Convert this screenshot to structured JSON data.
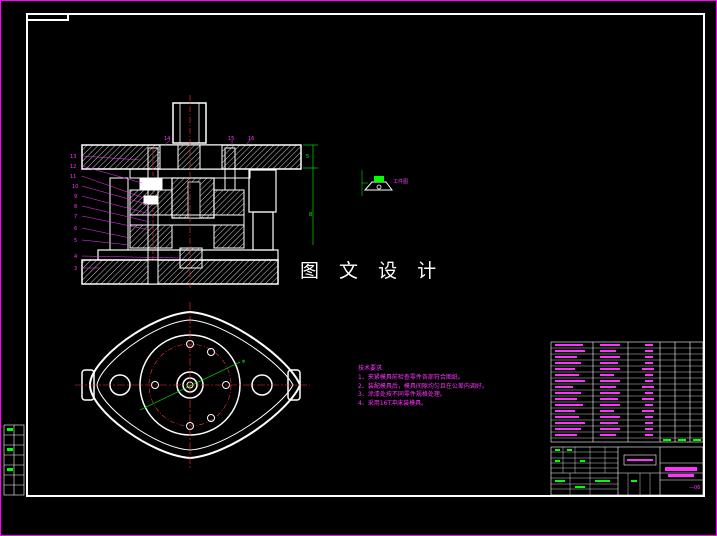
{
  "watermark": "图 文 设 计",
  "workpiece_label": "工件图",
  "drawing_number": "—06",
  "technical_requirements": {
    "title": "技术要求",
    "items": [
      "1、夹紧模具前检查零件各部符合图纸。",
      "2、装配模具后，模具间隙均匀且在公差内调好。",
      "3、涂漆处按不同零件规格处理。",
      "4、采用16T冲床装模具。"
    ]
  },
  "colors": {
    "background": "#000000",
    "frame": "#ffffff",
    "outer_frame": "#ff00ff",
    "dimension": "#00ff00",
    "text": "#ff33ff",
    "centerline": "#ff3333",
    "hatch": "#ffffff"
  }
}
